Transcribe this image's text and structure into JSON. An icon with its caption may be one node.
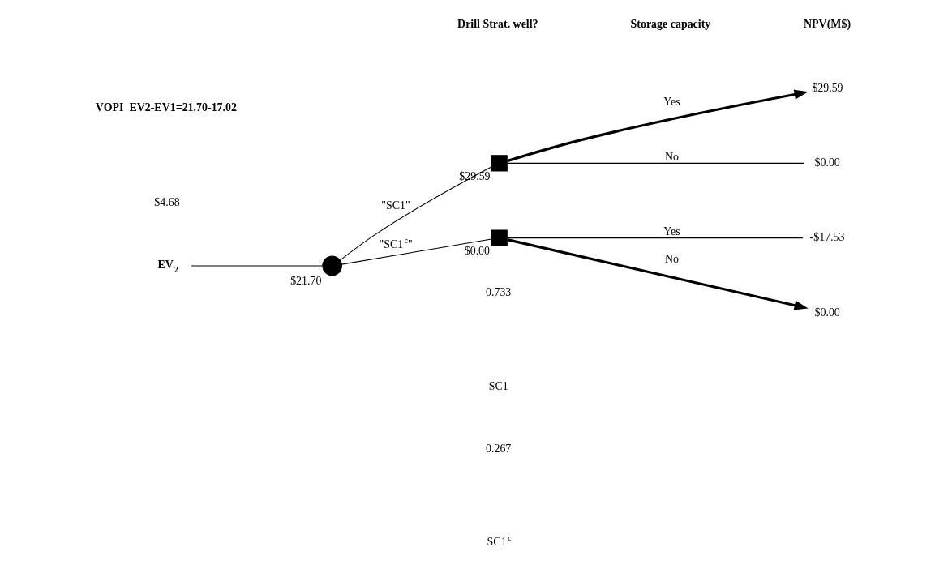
{
  "diagram": {
    "nodes": [
      {
        "text": [
          "EV$_{2}$"
        ]
      },
      {
        "text": [],
        "shape": "circle",
        "beside": [
          "$21.70"
        ]
      },
      {
        "text": [],
        "shape": "box",
        "beside": [
          "$29.59"
        ]
      },
      {
        "text": [],
        "shape": "box",
        "beside": [
          "$0.00"
        ]
      },
      {
        "text": [
          "$29.59"
        ]
      },
      {
        "text": [
          "$0.00"
        ]
      },
      {
        "text": [
          "-$17.53"
        ]
      },
      {
        "text": [
          "$0.00"
        ]
      }
    ],
    "edges": [
      {
        "from": 0,
        "to": 1,
        "arrow": "none"
      },
      {
        "from": 1,
        "to": 2,
        "arrow": "none",
        "label": "\"SC1\""
      },
      {
        "from": 1,
        "to": 3,
        "arrow": "none",
        "label": "\"SC1$^{c}$\""
      },
      {
        "from": 2,
        "to": 4,
        "arrow": "to",
        "style": "thick",
        "label": "Yes"
      },
      {
        "from": 2,
        "to": 5,
        "arrow": "none",
        "label": "No"
      },
      {
        "from": 3,
        "to": 6,
        "arrow": "none",
        "label": "Yes"
      },
      {
        "from": 3,
        "to": 7,
        "arrow": "to",
        "style": "thick",
        "label": "No"
      }
    ],
    "labels": [
      "Drill Strat. well?",
      "Storage capacity",
      "NPV(M$)",
      "0.733",
      "SC1",
      "VOPI  EV2-EV1=21.70-17.02",
      "$4.68",
      "SC1$^{c}$",
      "0.267"
    ]
  }
}
